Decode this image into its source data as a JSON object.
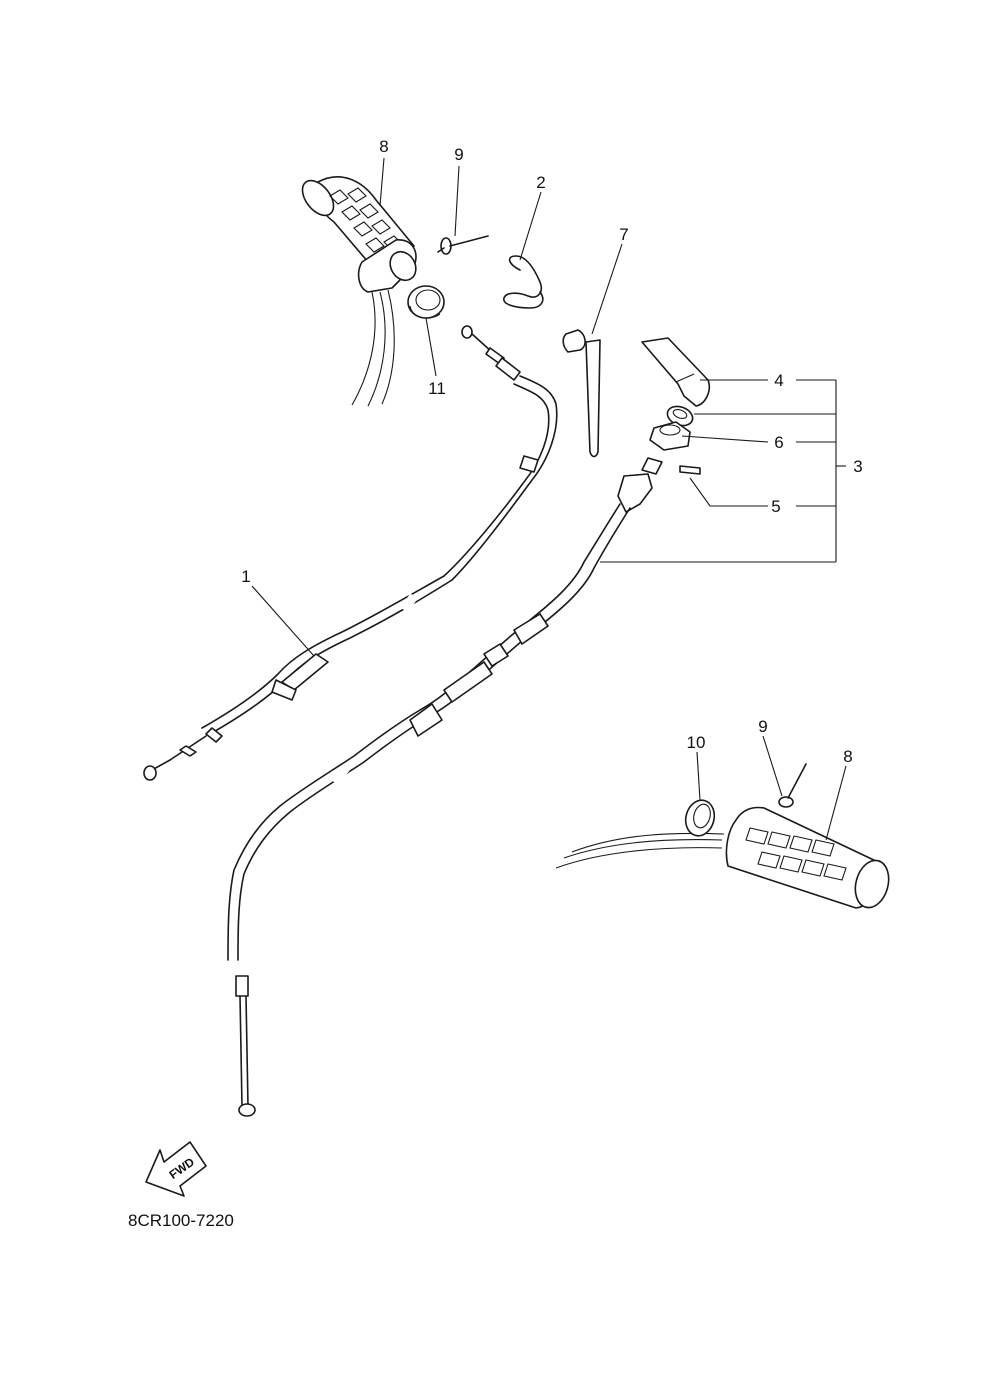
{
  "diagram": {
    "code": "8CR100-7220",
    "direction_label": "FWD",
    "callouts": {
      "c1": "1",
      "c2": "2",
      "c3": "3",
      "c4": "4",
      "c5": "5",
      "c6": "6",
      "c7": "7",
      "c8_left": "8",
      "c8_right": "8",
      "c9_left": "9",
      "c9_right": "9",
      "c10": "10",
      "c11": "11"
    }
  }
}
